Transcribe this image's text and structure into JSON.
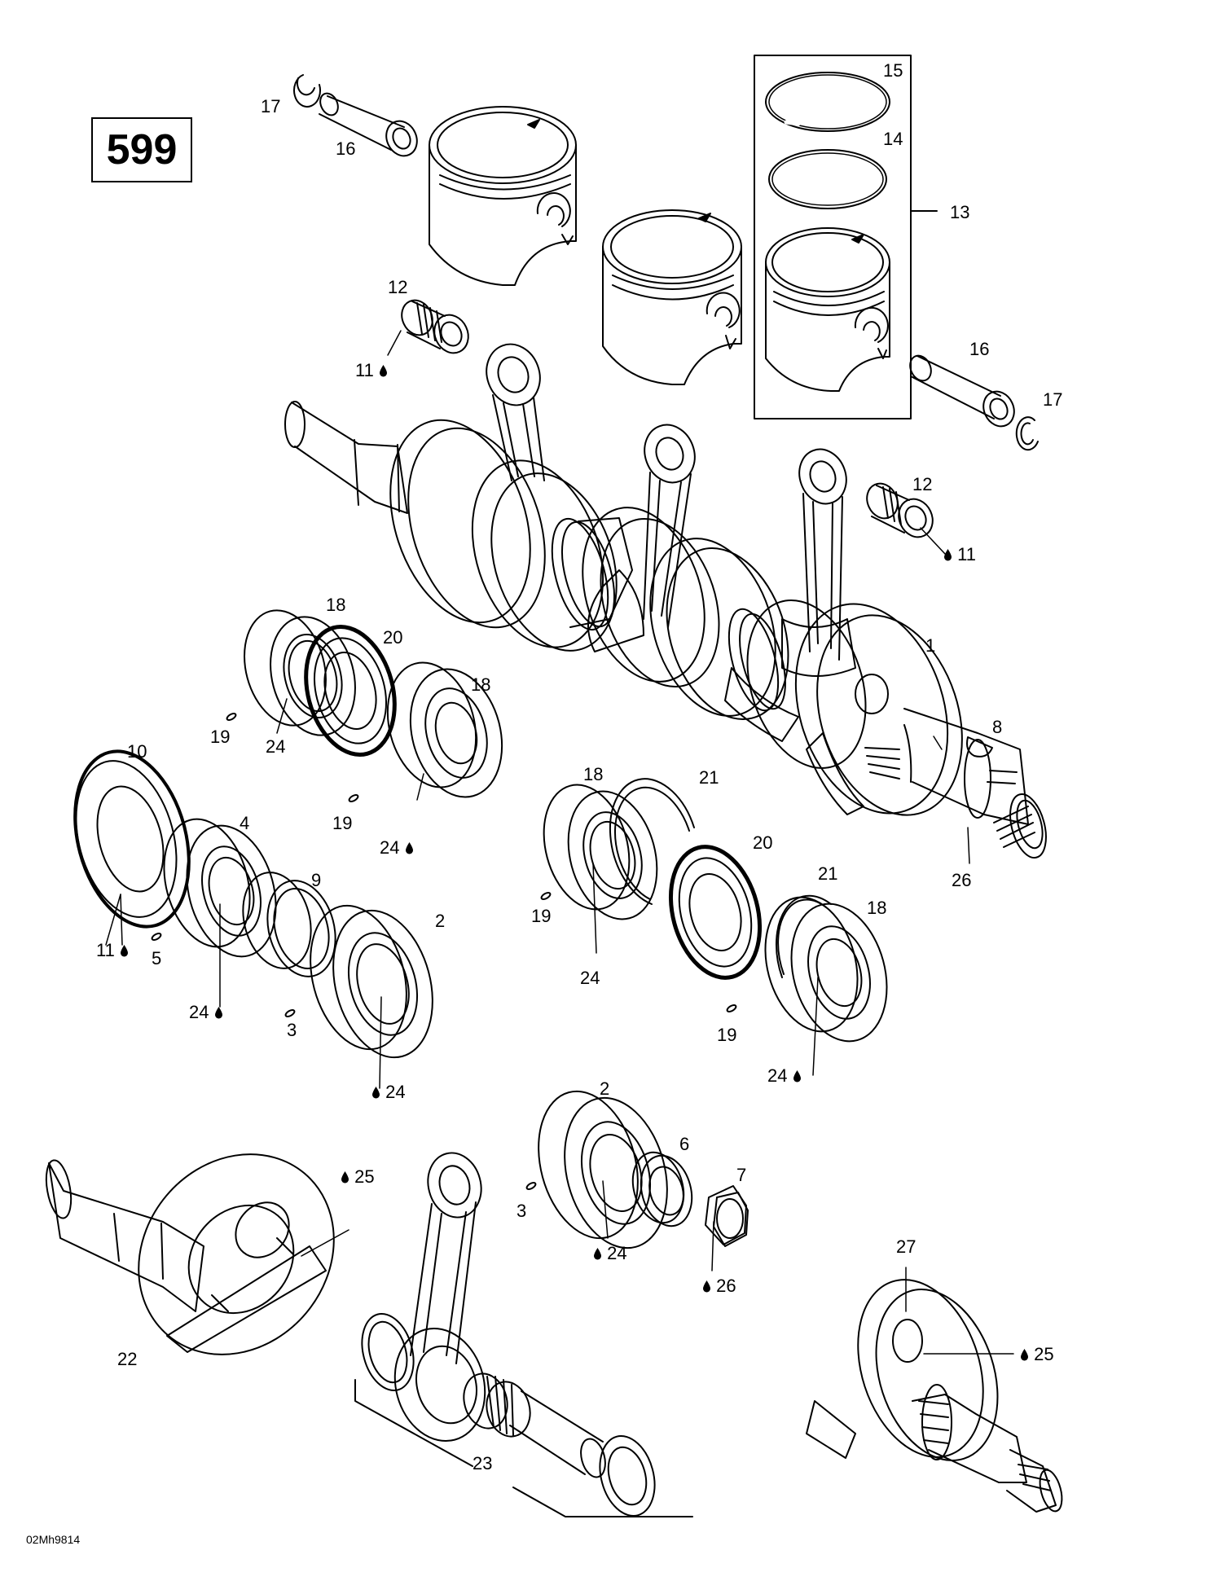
{
  "diagram": {
    "page_number": "599",
    "drawing_code": "02Mh9814",
    "drop_icon": "oil-drop-icon",
    "callouts": [
      {
        "id": "c17a",
        "text": "17"
      },
      {
        "id": "c16a",
        "text": "16"
      },
      {
        "id": "c15",
        "text": "15"
      },
      {
        "id": "c14",
        "text": "14"
      },
      {
        "id": "c13",
        "text": "13"
      },
      {
        "id": "c12a",
        "text": "12"
      },
      {
        "id": "c11a",
        "text": "11"
      },
      {
        "id": "c16b",
        "text": "16"
      },
      {
        "id": "c17b",
        "text": "17"
      },
      {
        "id": "c12b",
        "text": "12"
      },
      {
        "id": "c11b",
        "text": "11"
      },
      {
        "id": "c18a",
        "text": "18"
      },
      {
        "id": "c20a",
        "text": "20"
      },
      {
        "id": "c18b",
        "text": "18"
      },
      {
        "id": "c1",
        "text": "1"
      },
      {
        "id": "c19a",
        "text": "19"
      },
      {
        "id": "c24a",
        "text": "24"
      },
      {
        "id": "c8",
        "text": "8"
      },
      {
        "id": "c10",
        "text": "10"
      },
      {
        "id": "c19b",
        "text": "19"
      },
      {
        "id": "c24b",
        "text": "24"
      },
      {
        "id": "c4",
        "text": "4"
      },
      {
        "id": "c18c",
        "text": "18"
      },
      {
        "id": "c21a",
        "text": "21"
      },
      {
        "id": "c9",
        "text": "9"
      },
      {
        "id": "c20b",
        "text": "20"
      },
      {
        "id": "c26a",
        "text": "26"
      },
      {
        "id": "c21b",
        "text": "21"
      },
      {
        "id": "c11c",
        "text": "11"
      },
      {
        "id": "c5",
        "text": "5"
      },
      {
        "id": "c2a",
        "text": "2"
      },
      {
        "id": "c19c",
        "text": "19"
      },
      {
        "id": "c18d",
        "text": "18"
      },
      {
        "id": "c24c",
        "text": "24"
      },
      {
        "id": "c24d",
        "text": "24"
      },
      {
        "id": "c3a",
        "text": "3"
      },
      {
        "id": "c19d",
        "text": "19"
      },
      {
        "id": "c24e",
        "text": "24"
      },
      {
        "id": "c24f",
        "text": "24"
      },
      {
        "id": "c2b",
        "text": "2"
      },
      {
        "id": "c6",
        "text": "6"
      },
      {
        "id": "c25a",
        "text": "25"
      },
      {
        "id": "c7",
        "text": "7"
      },
      {
        "id": "c3b",
        "text": "3"
      },
      {
        "id": "c24g",
        "text": "24"
      },
      {
        "id": "c26b",
        "text": "26"
      },
      {
        "id": "c27",
        "text": "27"
      },
      {
        "id": "c22",
        "text": "22"
      },
      {
        "id": "c25b",
        "text": "25"
      },
      {
        "id": "c23",
        "text": "23"
      }
    ]
  }
}
